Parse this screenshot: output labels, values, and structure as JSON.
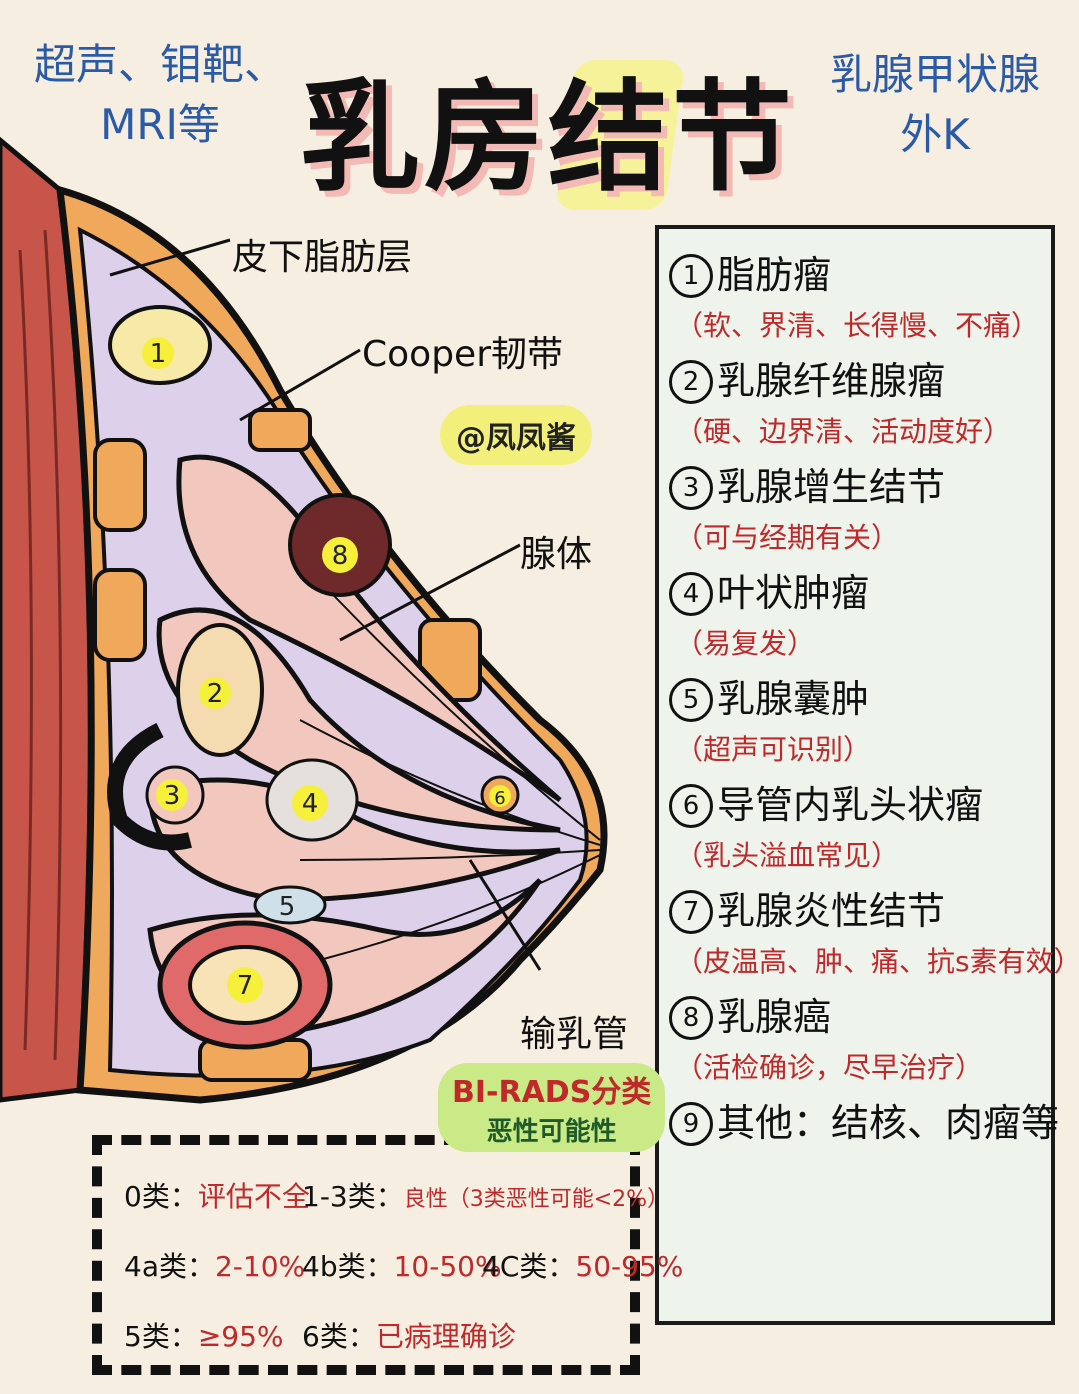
{
  "header": {
    "left_line1": "超声、钼靶、",
    "left_line2": "MRI等",
    "title": "乳房结节",
    "right_line1": "乳腺甲状腺",
    "right_line2": "外K"
  },
  "diagram": {
    "labels": {
      "fat_layer": "皮下脂肪层",
      "cooper": "Cooper韧带",
      "gland": "腺体",
      "duct": "输乳管"
    },
    "watermark": "@凤凤酱",
    "markers": [
      "1",
      "2",
      "3",
      "4",
      "5",
      "6",
      "7",
      "8"
    ]
  },
  "list": [
    {
      "num": "1",
      "title": "脂肪瘤",
      "note": "（软、界清、长得慢、不痛）"
    },
    {
      "num": "2",
      "title": "乳腺纤维腺瘤",
      "note": "（硬、边界清、活动度好）"
    },
    {
      "num": "3",
      "title": "乳腺增生结节",
      "note": "（可与经期有关）"
    },
    {
      "num": "4",
      "title": "叶状肿瘤",
      "note": "（易复发）"
    },
    {
      "num": "5",
      "title": "乳腺囊肿",
      "note": "（超声可识别）"
    },
    {
      "num": "6",
      "title": "导管内乳头状瘤",
      "note": "（乳头溢血常见）"
    },
    {
      "num": "7",
      "title": "乳腺炎性结节",
      "note": "（皮温高、肿、痛、抗s素有效）"
    },
    {
      "num": "8",
      "title": "乳腺癌",
      "note": "（活检确诊，尽早治疗）"
    },
    {
      "num": "9",
      "title": "其他：结核、肉瘤等",
      "note": ""
    }
  ],
  "birads": {
    "tag_title": "BI-RADS分类",
    "tag_sub": "恶性可能性",
    "rows": [
      {
        "cat": "0类：",
        "val": "评估不全"
      },
      {
        "cat": "1-3类：",
        "val": "良性（3类恶性可能<2%）"
      },
      {
        "cat": "4a类：",
        "val": "2-10%"
      },
      {
        "cat": "4b类：",
        "val": "10-50%"
      },
      {
        "cat": "4C类：",
        "val": "50-95%"
      },
      {
        "cat": "5类：",
        "val": "≥95%"
      },
      {
        "cat": "6类：",
        "val": "已病理确诊"
      }
    ]
  },
  "colors": {
    "background": "#f6efe1",
    "header_blue": "#2b5aa8",
    "note_red": "#c0282a",
    "fat_orange": "#f0a95a",
    "tissue_lilac": "#ddd0ea",
    "muscle_red": "#c8554a",
    "gland_pink": "#f1c7be"
  }
}
